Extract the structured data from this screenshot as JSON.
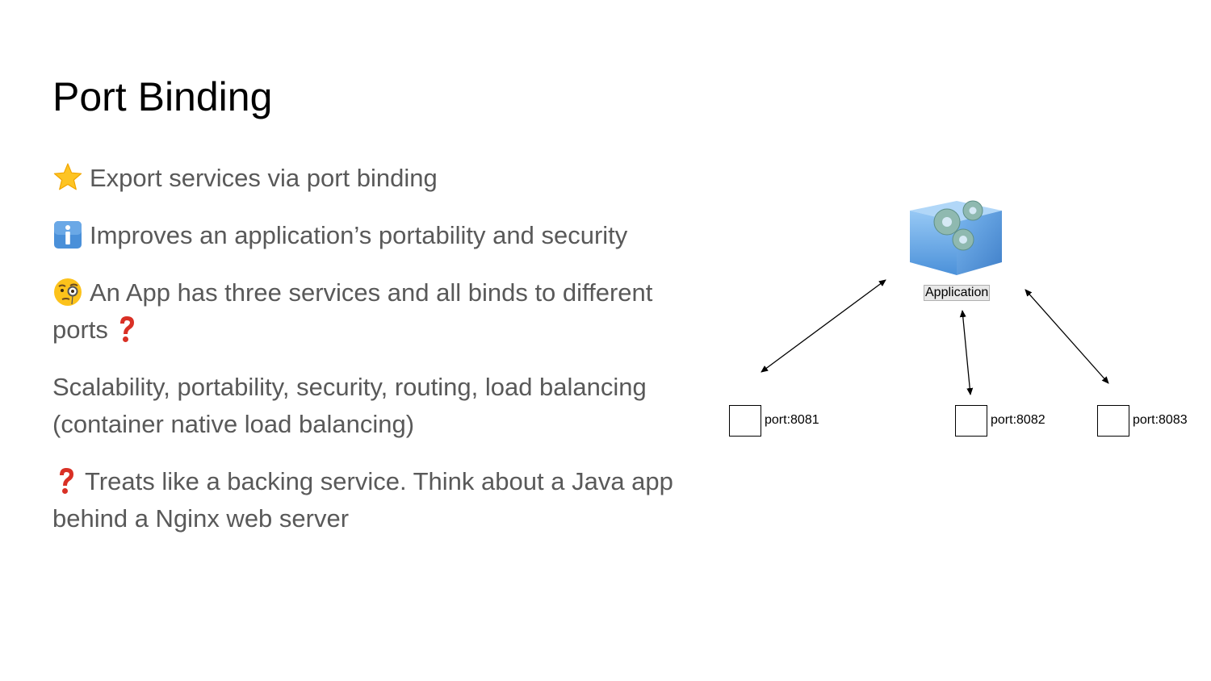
{
  "slide": {
    "title": "Port Binding",
    "bullets": [
      {
        "icon": "star-icon",
        "text": "Export services via port binding"
      },
      {
        "icon": "information-icon",
        "text": "Improves an application’s portability and security"
      },
      {
        "icon": "face-with-monocle-icon",
        "text": "An App has three services and all binds to different ports",
        "trailing_icon": "red-question-mark-icon"
      },
      {
        "icon": "",
        "text": "Scalability, portability, security, routing, load balancing (container native load balancing)"
      },
      {
        "icon": "red-question-mark-icon",
        "text": "Treats like a backing service. Think about a Java app behind a Nginx web server"
      }
    ]
  },
  "diagram": {
    "app_label": "Application",
    "app_icon": "application-gears-cube-icon",
    "ports": [
      {
        "label": "port:8081"
      },
      {
        "label": "port:8082"
      },
      {
        "label": "port:8083"
      }
    ]
  },
  "colors": {
    "title": "#000000",
    "body_text": "#595959",
    "cube_blue": "#5a9fe0"
  }
}
